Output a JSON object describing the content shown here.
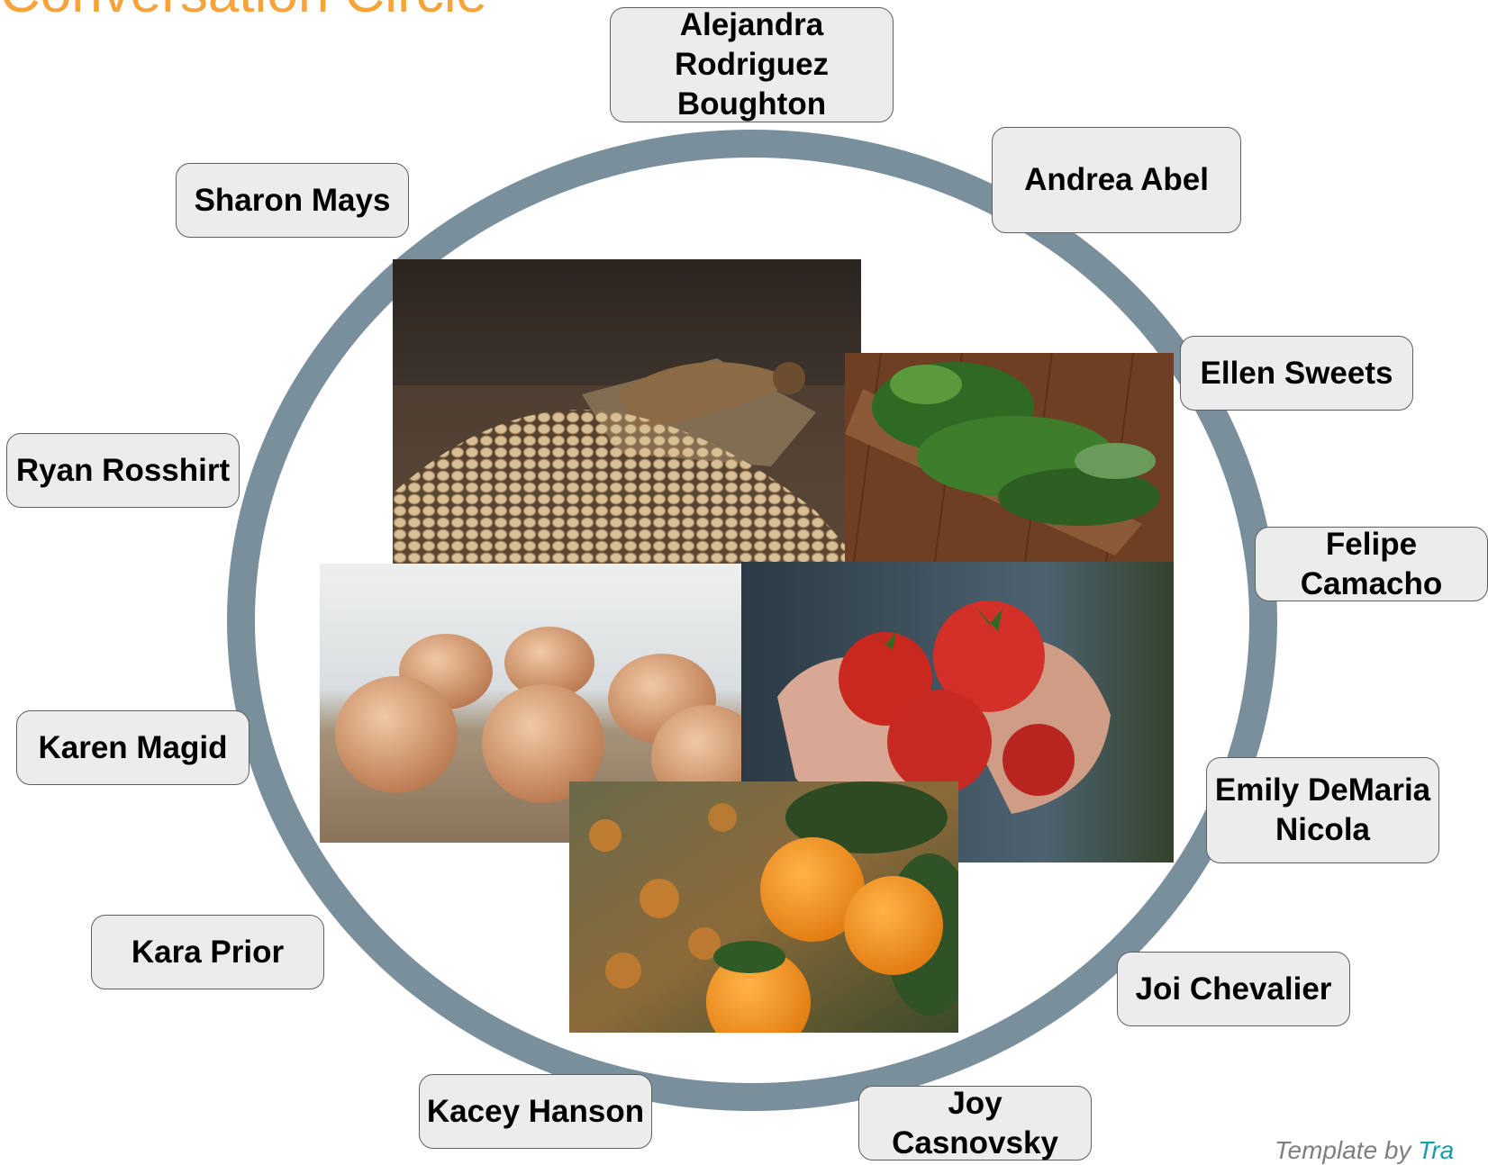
{
  "slide": {
    "title": "Conversation Circle",
    "credit_prefix": "Template by ",
    "credit_brand": "Tra",
    "ring_color": "#7a8f9c",
    "title_color": "#f5a33b"
  },
  "names": [
    "Alejandra Rodriguez Boughton",
    "Andrea Abel",
    "Ellen Sweets",
    "Felipe Camacho",
    "Emily DeMaria Nicola",
    "Joi Chevalier",
    "Joy Casnovsky",
    "Kacey Hanson",
    "Kara Prior",
    "Karen Magid",
    "Ryan Rosshirt",
    "Sharon Mays"
  ],
  "photos": [
    {
      "subject": "soybeans spilling from a wooden scoop on burlap"
    },
    {
      "subject": "bundles of fresh herbs on a wooden board"
    },
    {
      "subject": "brown eggs on burlap"
    },
    {
      "subject": "hands holding ripe tomatoes"
    },
    {
      "subject": "oranges hanging on a tree branch"
    }
  ]
}
